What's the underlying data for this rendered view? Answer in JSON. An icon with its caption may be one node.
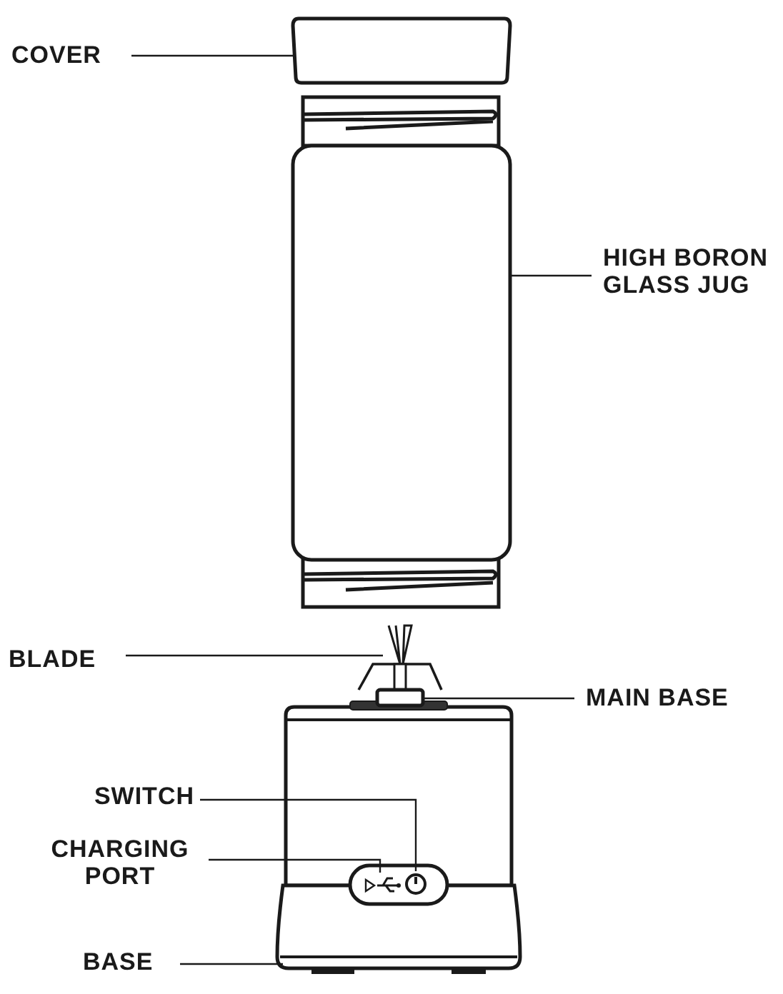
{
  "diagram": {
    "nodes": [
      {
        "text": [
          "COVER"
        ]
      },
      {
        "text": [],
        "shape": "box"
      },
      {
        "text": [
          "HIGH BORON GLASS JUG"
        ]
      },
      {
        "text": [],
        "shape": "box"
      },
      {
        "text": [
          "BLADE"
        ]
      },
      {
        "text": [],
        "shape": "picture"
      },
      {
        "text": [
          "MAIN BASE"
        ]
      },
      {
        "text": [],
        "shape": "box"
      },
      {
        "text": [
          "SWITCH"
        ]
      },
      {
        "text": [],
        "shape": "circle"
      },
      {
        "text": [
          "CHARGING PORT"
        ]
      },
      {
        "text": [],
        "shape": "picture"
      },
      {
        "text": [
          "BASE"
        ]
      },
      {
        "text": [],
        "shape": "box"
      }
    ],
    "edges": [
      {
        "from": 0,
        "to": 1,
        "arrow": "none"
      },
      {
        "from": 2,
        "to": 3,
        "arrow": "none"
      },
      {
        "from": 4,
        "to": 5,
        "arrow": "none"
      },
      {
        "from": 6,
        "to": 7,
        "arrow": "none"
      },
      {
        "from": 8,
        "to": 9,
        "arrow": "none"
      },
      {
        "from": 10,
        "to": 11,
        "arrow": "none"
      },
      {
        "from": 12,
        "to": 13,
        "arrow": "none"
      }
    ]
  }
}
